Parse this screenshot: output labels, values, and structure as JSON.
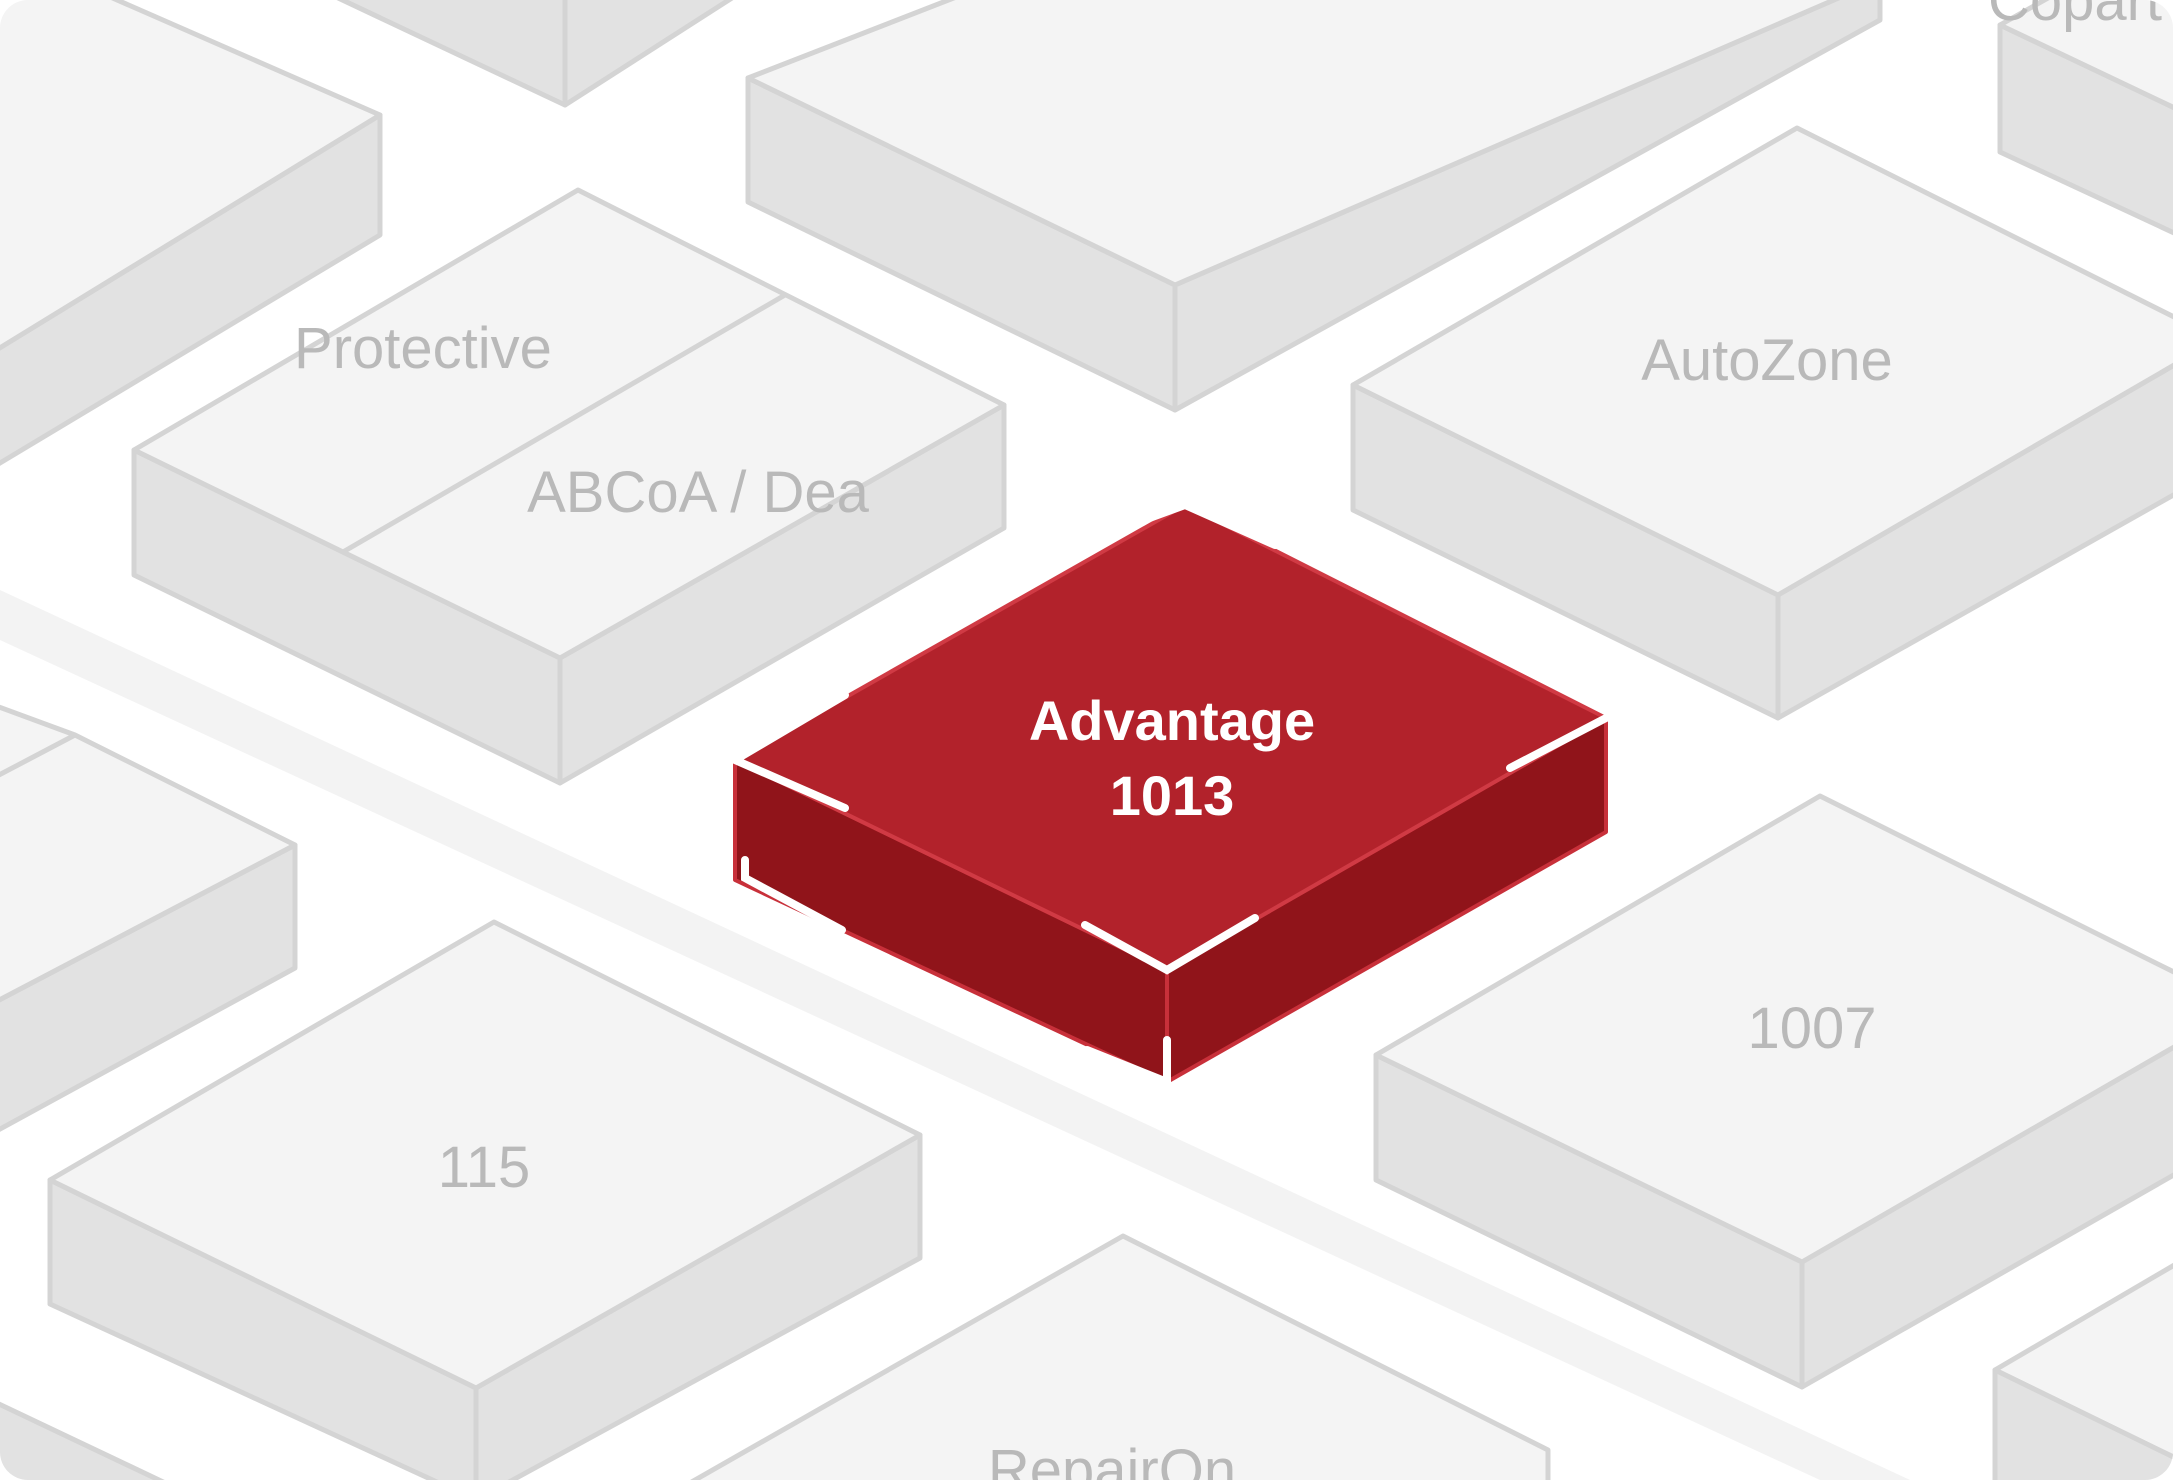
{
  "map": {
    "highlighted": {
      "name": "Advantage",
      "number": "1013",
      "color_top": "#b2222b",
      "color_side": "#90141a"
    },
    "blocks": [
      {
        "label": "Protective"
      },
      {
        "label": "ABCoA / Dea"
      },
      {
        "label": "AutoZone"
      },
      {
        "label": "1007"
      },
      {
        "label": "115"
      },
      {
        "label": "RepairOn"
      },
      {
        "label": "Copart"
      }
    ],
    "colors": {
      "block_top": "#f4f4f4",
      "block_side": "#e2e2e2",
      "block_stroke": "#d4d4d4",
      "road": "#f3f3f3",
      "label": "#b9b9b9"
    }
  }
}
